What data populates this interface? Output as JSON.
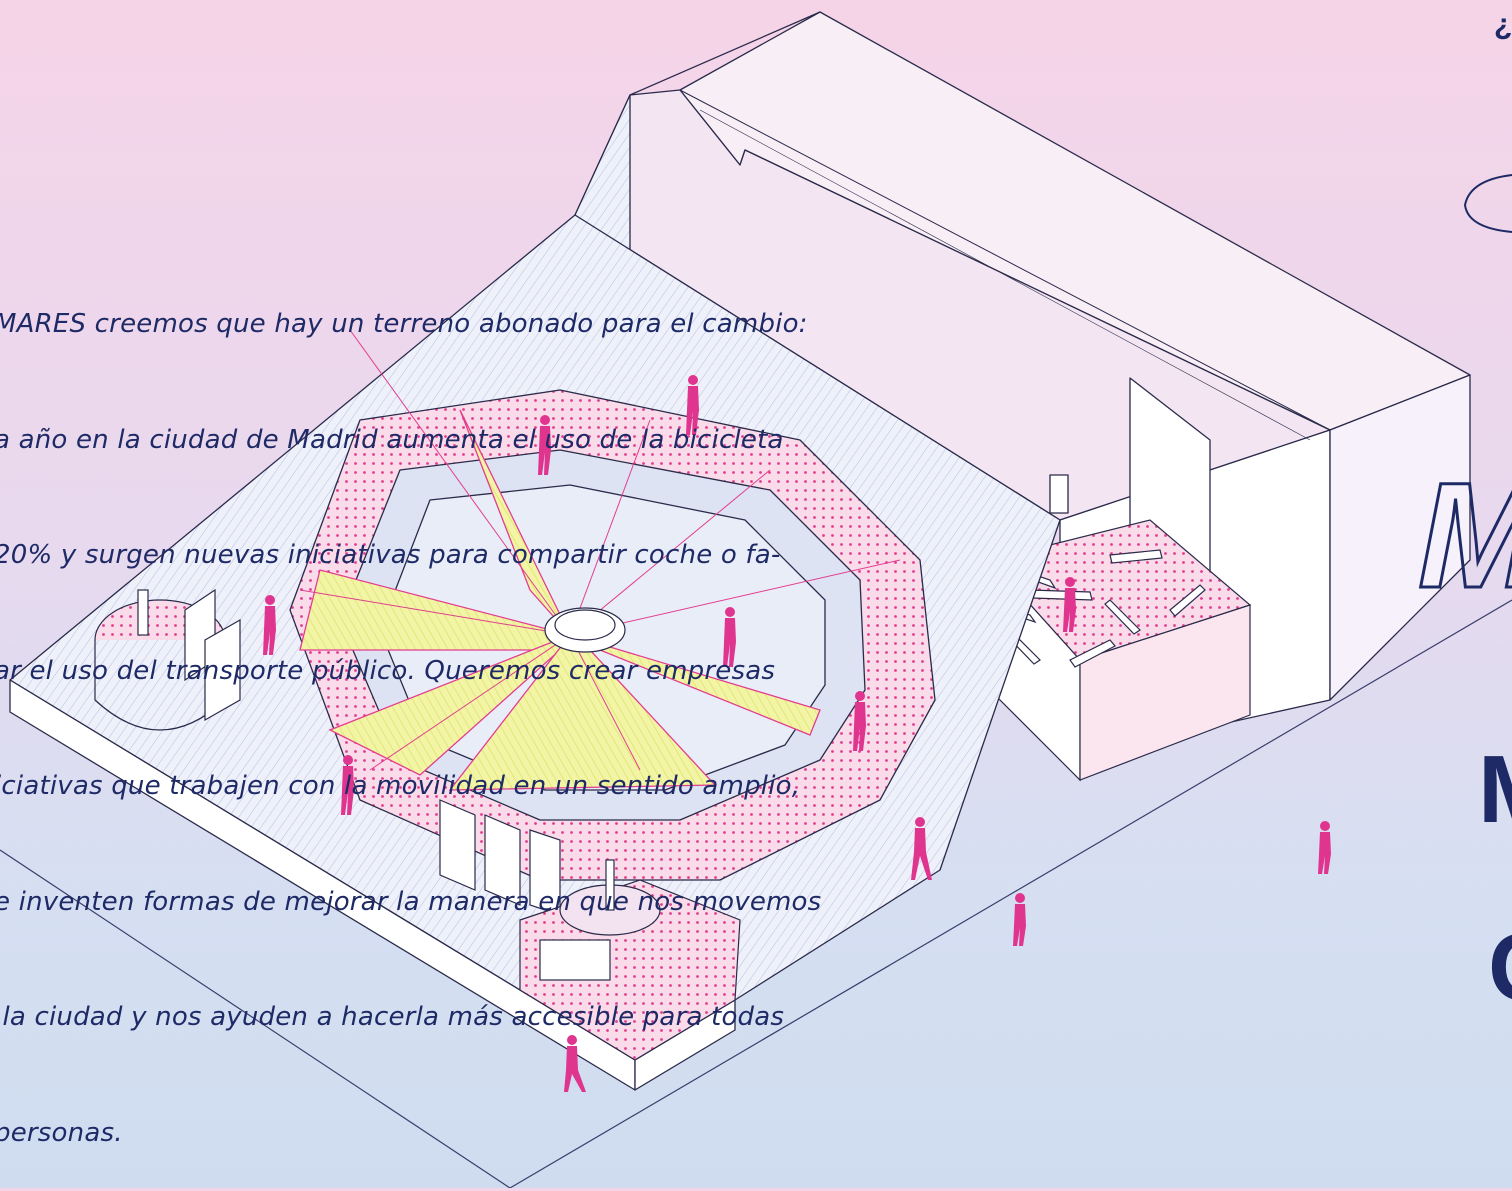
{
  "paragraph": {
    "lines": [
      "MARES creemos que hay un terreno abonado para el cambio:",
      "a año en la ciudad de Madrid aumenta el uso de la bicicleta",
      "20% y surgen nuevas iniciativas para compartir coche o fa-",
      "ar el uso del transporte público. Queremos crear empresas",
      "iciativas que trabajen con la movilidad en un sentido amplio,",
      "e inventen formas de mejorar la manera en que nos movemos",
      " la ciudad y nos ayuden a hacerla más accesible para todas",
      "personas."
    ]
  },
  "edge_text": {
    "top_right": "¿",
    "outline_letter": "M",
    "solid_letter_1": "M",
    "solid_letter_2": "C"
  },
  "colors": {
    "background_top": "#f6d4e8",
    "background_bottom": "#cfdcef",
    "ink": "#1e2a66",
    "line": "#2a2a4a",
    "accent_magenta": "#e23d8f",
    "canopy_yellow": "#f1f3a8",
    "dotted_floor": "#f6c6dc",
    "people": "#e0358f"
  },
  "icons": [
    "person-figure-icon",
    "solar-panel-icon",
    "chimney-icon",
    "bench-icon"
  ]
}
